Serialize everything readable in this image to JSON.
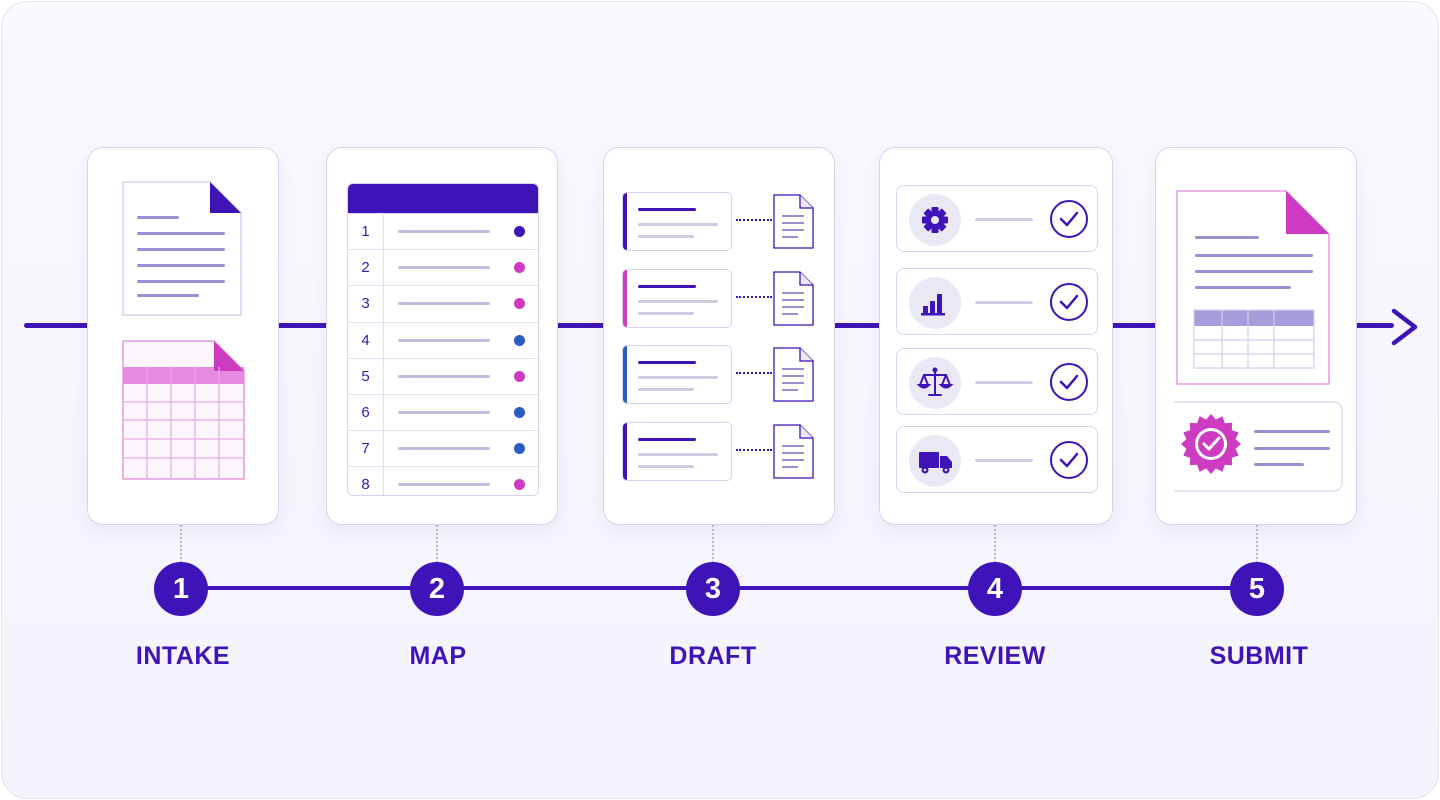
{
  "colors": {
    "primary": "#3e14b8",
    "magenta": "#cc3bc0",
    "blue": "#2a5dbf",
    "lavender": "#9b8fd4"
  },
  "steps": [
    {
      "number": "1",
      "label": "INTAKE"
    },
    {
      "number": "2",
      "label": "MAP"
    },
    {
      "number": "3",
      "label": "DRAFT"
    },
    {
      "number": "4",
      "label": "REVIEW"
    },
    {
      "number": "5",
      "label": "SUBMIT"
    }
  ],
  "map_table": {
    "rows": [
      {
        "num": "1",
        "status": "primary"
      },
      {
        "num": "2",
        "status": "magenta"
      },
      {
        "num": "3",
        "status": "magenta"
      },
      {
        "num": "4",
        "status": "blue"
      },
      {
        "num": "5",
        "status": "magenta"
      },
      {
        "num": "6",
        "status": "blue"
      },
      {
        "num": "7",
        "status": "blue"
      },
      {
        "num": "8",
        "status": "magenta"
      }
    ]
  },
  "draft_items": [
    {
      "accent": "primary"
    },
    {
      "accent": "magenta"
    },
    {
      "accent": "blue"
    },
    {
      "accent": "primary"
    }
  ],
  "review_items": [
    {
      "icon": "gear-icon",
      "status": "check"
    },
    {
      "icon": "bar-chart-icon",
      "status": "check"
    },
    {
      "icon": "scales-icon",
      "status": "check"
    },
    {
      "icon": "truck-icon",
      "status": "check"
    }
  ]
}
